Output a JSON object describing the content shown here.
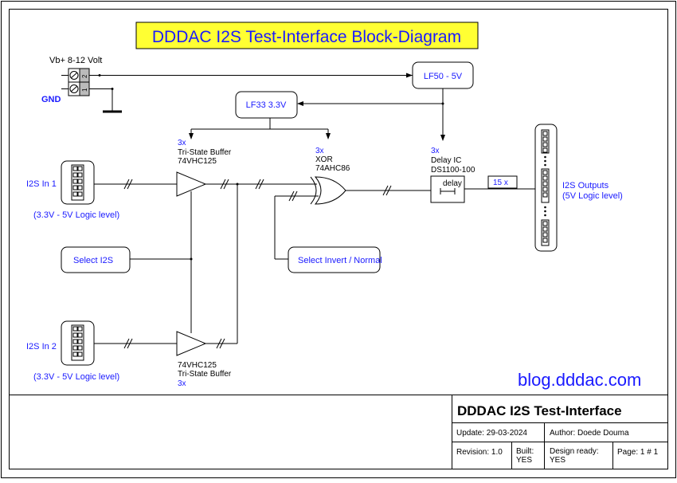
{
  "title": "DDDAC I2S Test-Interface Block-Diagram",
  "supply": {
    "label": "Vb+ 8-12 Volt",
    "gnd": "GND",
    "pin2": "2",
    "pin1": "1"
  },
  "regulators": {
    "lf50": "LF50 - 5V",
    "lf33": "LF33 3.3V"
  },
  "buffer_top": {
    "count": "3x",
    "name": "Tri-State Buffer",
    "part": "74VHC125"
  },
  "buffer_bottom": {
    "part": "74VHC125",
    "name": "Tri-State Buffer",
    "count": "3x"
  },
  "xor": {
    "count": "3x",
    "name": "XOR",
    "part": "74AHC86"
  },
  "delay": {
    "count": "3x",
    "name": "Delay IC",
    "part": "DS1100-100",
    "label": "delay"
  },
  "inputs": {
    "in1": "I2S In 1",
    "in1_level": "(3.3V - 5V Logic level)",
    "in2": "I2S In 2",
    "in2_level": "(3.3V - 5V Logic level)"
  },
  "controls": {
    "select_i2s": "Select I2S",
    "select_invert": "Select Invert / Normal"
  },
  "outputs": {
    "multiplier": "15 x",
    "label": "I2S Outputs",
    "level": "(5V Logic level)"
  },
  "website": "blog.dddac.com",
  "title_block": {
    "project": "DDDAC I2S Test-Interface",
    "update": "Update:  29-03-2024",
    "author": "Author:    Doede Douma",
    "revision": "Revision:  1.0",
    "built_label": "Built:",
    "built_value": "YES",
    "design_label": "Design ready:",
    "design_value": "YES",
    "page": "Page: 1 # 1"
  },
  "colors": {
    "accent_blue": "#1a1aff",
    "title_fill": "#ffff33",
    "connector_grey": "#bbbbbb"
  }
}
